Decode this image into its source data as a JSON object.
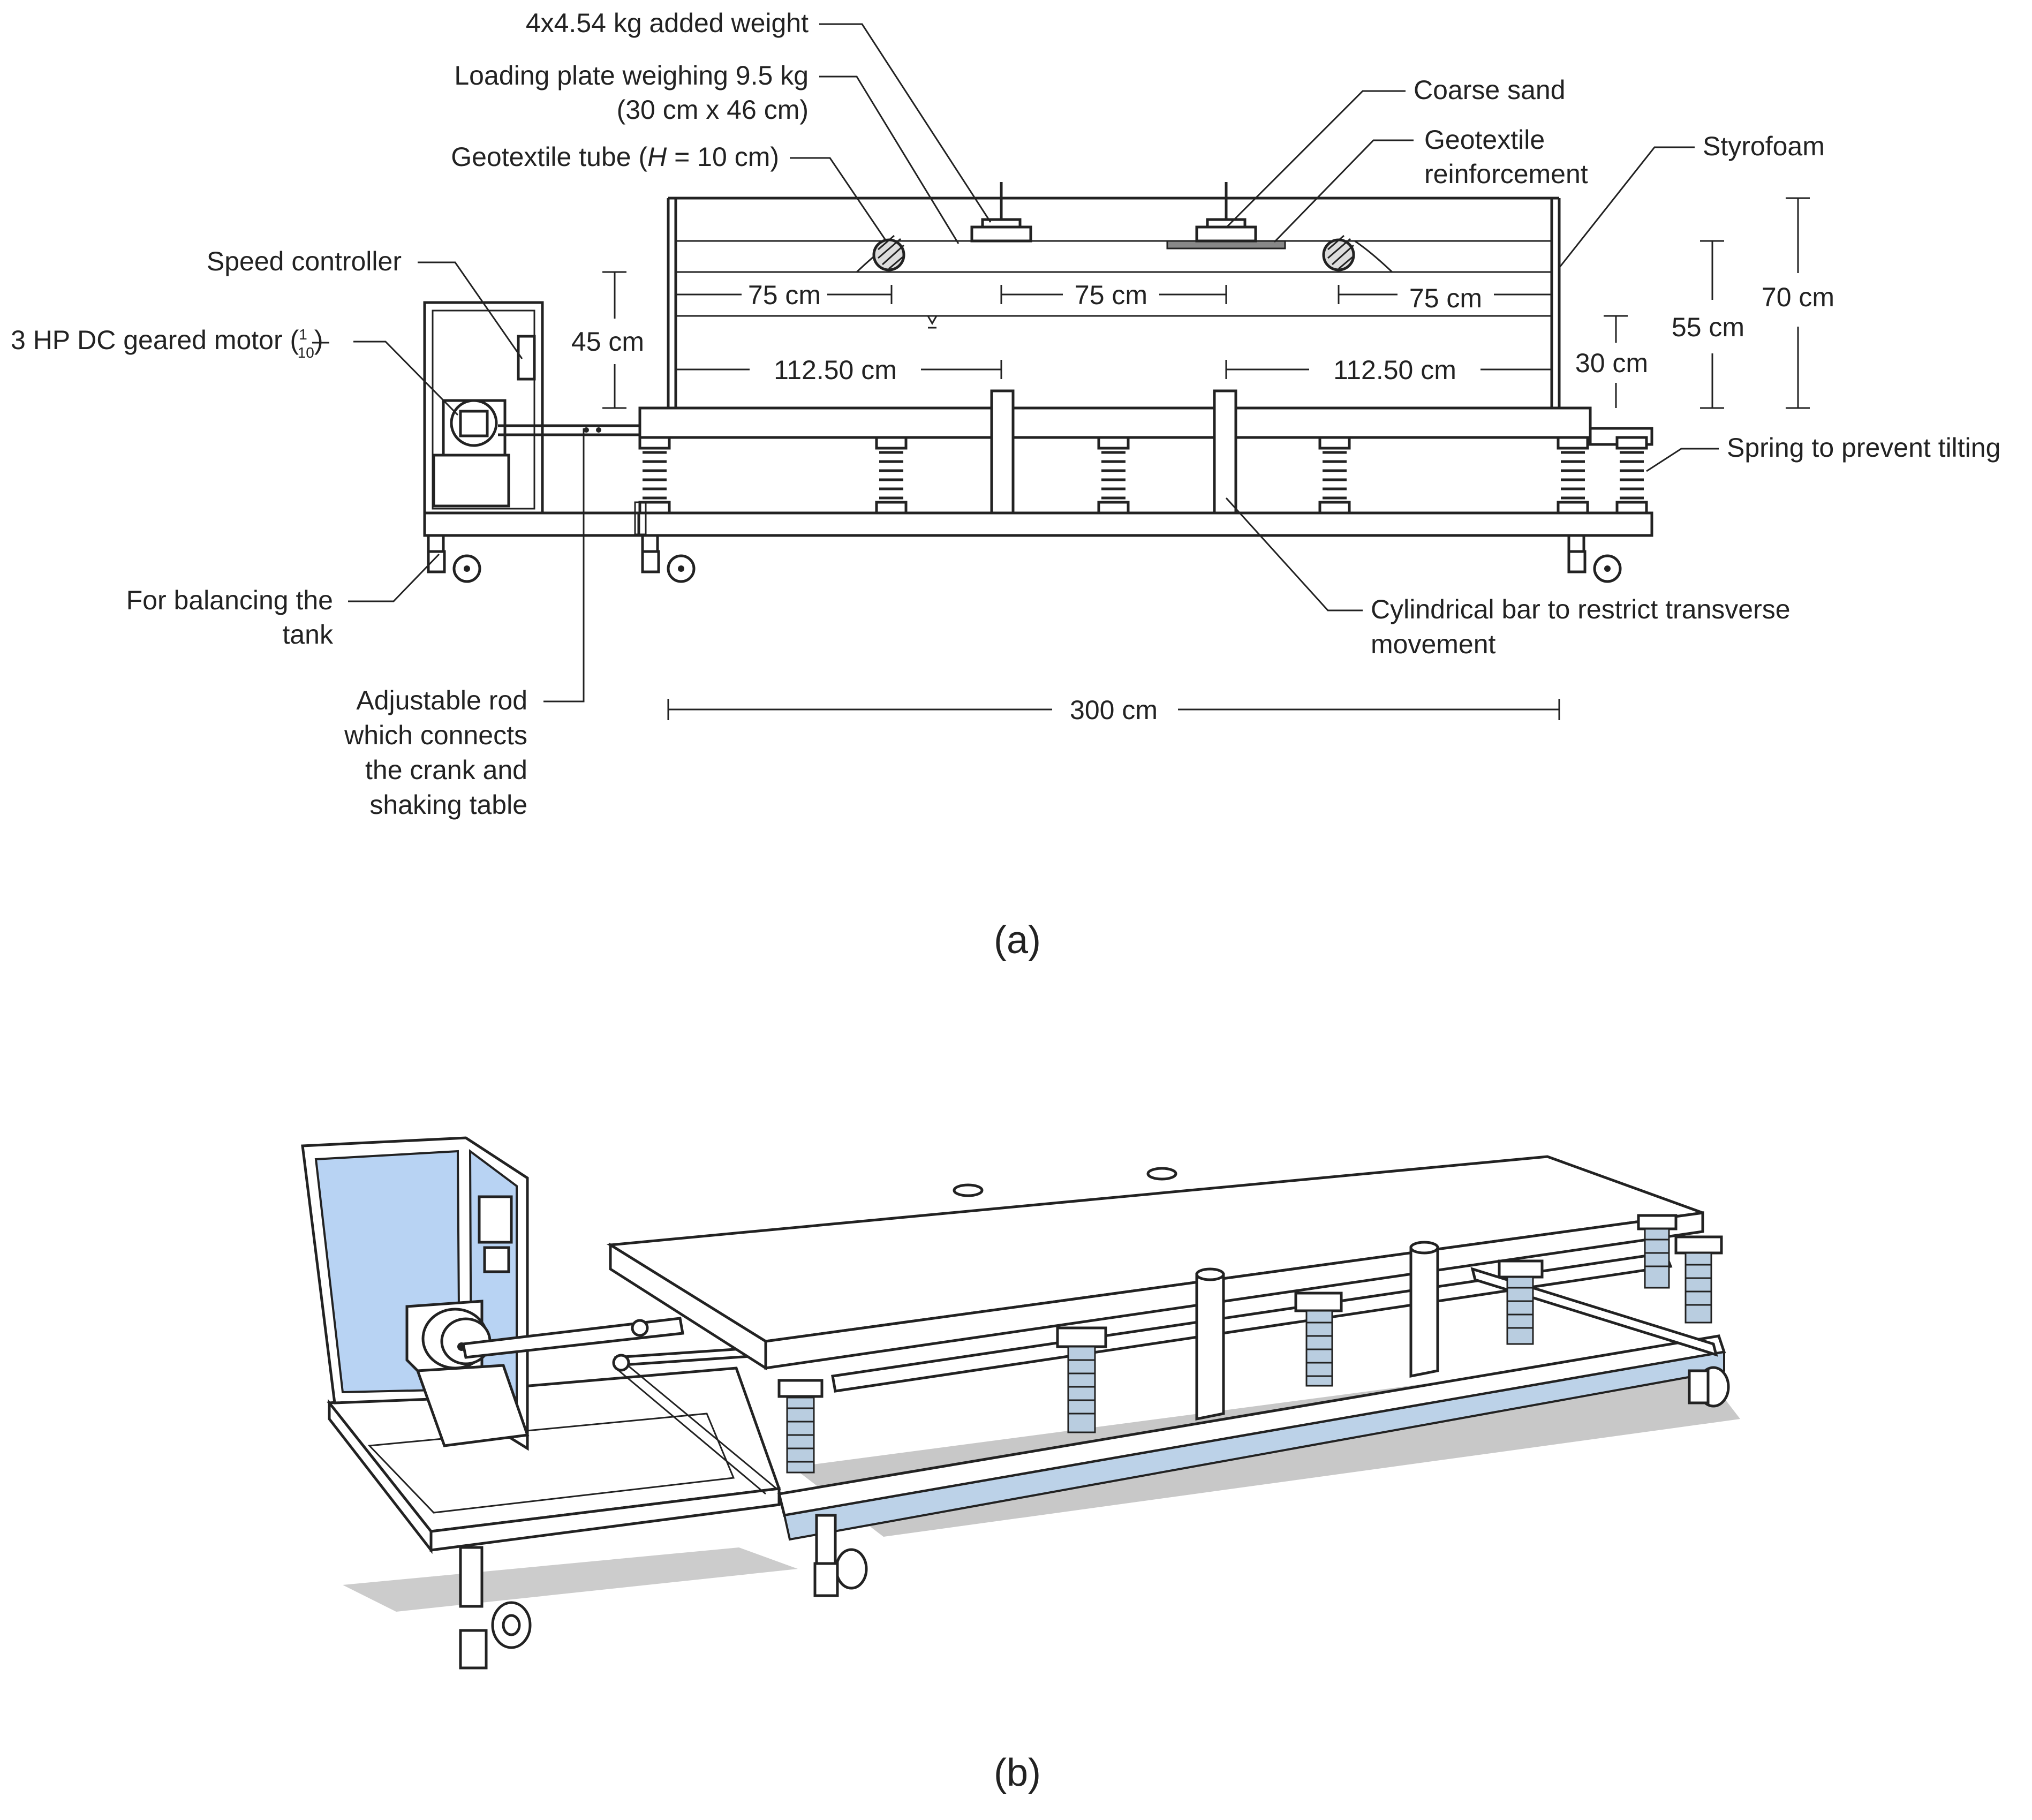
{
  "panel_a": {
    "caption": "(a)",
    "labels": {
      "added_weight": "4x4.54 kg added weight",
      "loading_plate_1": "Loading plate weighing 9.5 kg",
      "loading_plate_2": "(30 cm x 46 cm)",
      "geotextile_tube_prefix": "Geotextile tube (",
      "geotextile_tube_var": "H",
      "geotextile_tube_suffix": " = 10 cm)",
      "speed_controller": "Speed controller",
      "motor_prefix": "3 HP DC geared motor (",
      "motor_num": "1",
      "motor_den": "10",
      "motor_suffix": ")",
      "balancing_1": "For balancing the",
      "balancing_2": "tank",
      "rod_1": "Adjustable rod",
      "rod_2": "which connects",
      "rod_3": "the crank and",
      "rod_4": "shaking table",
      "coarse_sand": "Coarse sand",
      "geo_reinf_1": "Geotextile",
      "geo_reinf_2": "reinforcement",
      "styrofoam": "Styrofoam",
      "spring": "Spring to prevent tilting",
      "bar_1": "Cylindrical bar to restrict transverse",
      "bar_2": "movement"
    },
    "dimensions": {
      "d75_left": "75 cm",
      "d75_mid": "75 cm",
      "d75_right": "75 cm",
      "d112_left": "112.50 cm",
      "d112_right": "112.50 cm",
      "d45": "45 cm",
      "d30": "30 cm",
      "d55": "55 cm",
      "d70": "70 cm",
      "d300": "300 cm"
    }
  },
  "panel_b": {
    "caption": "(b)"
  },
  "colors": {
    "line": "#222222",
    "panel_glass": "#b8d3f3",
    "channel": "#bcd2e8",
    "spring": "#b9cde0",
    "shadow": "#9a9a9a"
  }
}
